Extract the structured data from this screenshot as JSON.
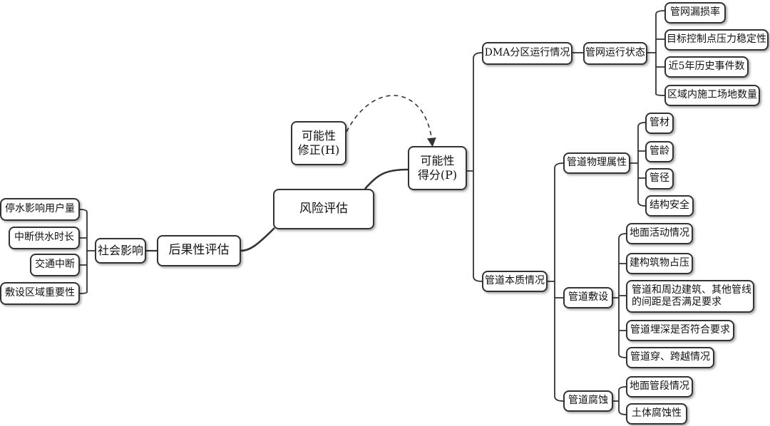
{
  "nodes": {
    "risk": "风险评估",
    "consequence": "后果性评估",
    "social": "社会影响",
    "social_children": [
      "停水影响用户量",
      "中断供水时长",
      "交通中断",
      "敷设区域重要性"
    ],
    "prob_correction": [
      "可能性",
      "修正(H)"
    ],
    "prob_score": [
      "可能性",
      "得分(P)"
    ],
    "dma": "DMA分区运行情况",
    "net_state": "管网运行状态",
    "net_state_children": [
      "管网漏损率",
      "目标控制点压力稳定性",
      "近5年历史事件数",
      "区域内施工场地数量"
    ],
    "pipe_nature": "管道本质情况",
    "physical": "管道物理属性",
    "physical_children": [
      "管材",
      "管龄",
      "管径",
      "结构安全"
    ],
    "laying": "管道敷设",
    "laying_children": [
      "地面活动情况",
      "建构筑物占压",
      "管道和周边建筑、其他管线的间距是否满足要求",
      "管道埋深是否符合要求",
      "管道穿、跨越情况"
    ],
    "corrosion": "管道腐蚀",
    "corrosion_children": [
      "地面管段情况",
      "土体腐蚀性"
    ]
  },
  "colors": {
    "stroke": "#333333",
    "background": "#ffffff",
    "text": "#111111"
  }
}
